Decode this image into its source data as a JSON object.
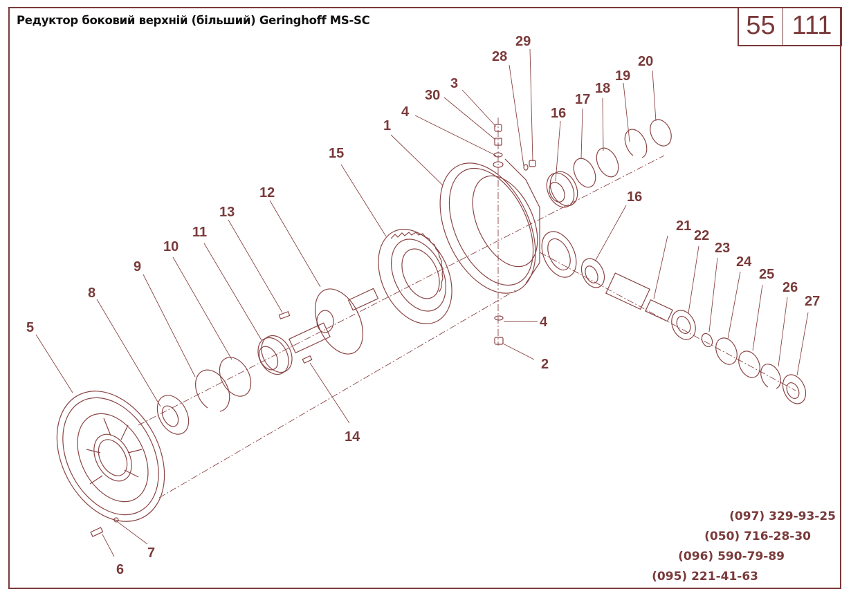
{
  "header": {
    "title": "Редуктор боковий верхній (більший) Geringhoff MS-SC",
    "section_number": "55",
    "page_number": "111"
  },
  "colors": {
    "accent": "#7a3a3a",
    "line": "#8a4444",
    "title_text": "#111111"
  },
  "callouts": [
    {
      "id": "1",
      "label": "1"
    },
    {
      "id": "2",
      "label": "2"
    },
    {
      "id": "3",
      "label": "3"
    },
    {
      "id": "4a",
      "label": "4"
    },
    {
      "id": "4b",
      "label": "4"
    },
    {
      "id": "5",
      "label": "5"
    },
    {
      "id": "6",
      "label": "6"
    },
    {
      "id": "7",
      "label": "7"
    },
    {
      "id": "8",
      "label": "8"
    },
    {
      "id": "9",
      "label": "9"
    },
    {
      "id": "10",
      "label": "10"
    },
    {
      "id": "11",
      "label": "11"
    },
    {
      "id": "12",
      "label": "12"
    },
    {
      "id": "13",
      "label": "13"
    },
    {
      "id": "14",
      "label": "14"
    },
    {
      "id": "15",
      "label": "15"
    },
    {
      "id": "16a",
      "label": "16"
    },
    {
      "id": "16b",
      "label": "16"
    },
    {
      "id": "17",
      "label": "17"
    },
    {
      "id": "18",
      "label": "18"
    },
    {
      "id": "19",
      "label": "19"
    },
    {
      "id": "20",
      "label": "20"
    },
    {
      "id": "21",
      "label": "21"
    },
    {
      "id": "22",
      "label": "22"
    },
    {
      "id": "23",
      "label": "23"
    },
    {
      "id": "24",
      "label": "24"
    },
    {
      "id": "25",
      "label": "25"
    },
    {
      "id": "26",
      "label": "26"
    },
    {
      "id": "27",
      "label": "27"
    },
    {
      "id": "28",
      "label": "28"
    },
    {
      "id": "29",
      "label": "29"
    },
    {
      "id": "30",
      "label": "30"
    }
  ],
  "contacts": {
    "phones": [
      "(097) 329-93-25",
      "(050) 716-28-30",
      "(096) 590-79-89",
      "(095) 221-41-63"
    ]
  }
}
